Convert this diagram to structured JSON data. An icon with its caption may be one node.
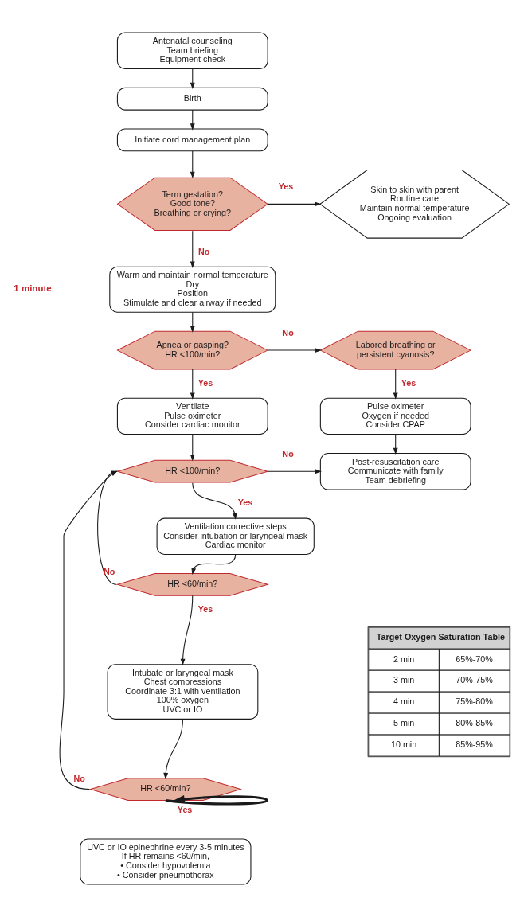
{
  "diagram": {
    "nodes": [
      {
        "text": [
          "Antenatal counseling",
          "Team briefing",
          "Equipment check"
        ]
      },
      {
        "text": [
          "Birth"
        ]
      },
      {
        "text": [
          "Initiate cord management plan"
        ]
      },
      {
        "text": [
          "Term gestation?",
          "Good tone?",
          "Breathing or crying?"
        ]
      },
      {
        "text": [
          "Skin to skin with parent",
          "Routine care",
          "Maintain normal temperature",
          "Ongoing evaluation"
        ]
      },
      {
        "text": [
          "Warm and maintain normal temperature",
          "Dry",
          "Position",
          "Stimulate and clear airway if needed"
        ]
      },
      {
        "text": [
          "Apnea or gasping?",
          "HR <100/min?"
        ]
      },
      {
        "text": [
          "Labored breathing or persistent cyanosis?"
        ]
      },
      {
        "text": [
          "Ventilate",
          "Pulse oximeter",
          "Consider cardiac monitor"
        ]
      },
      {
        "text": [
          "Pulse oximeter",
          "Oxygen if needed",
          "Consider CPAP"
        ]
      },
      {
        "text": [
          "HR <100/min?"
        ]
      },
      {
        "text": [
          "Post-resuscitation care",
          "Communicate with family",
          "Team debriefing"
        ]
      },
      {
        "text": [
          "Ventilation corrective steps",
          "Consider intubation or laryngeal mask",
          "Cardiac monitor"
        ]
      },
      {
        "text": [
          "HR <60/min?"
        ]
      },
      {
        "text": [
          "Intubate or laryngeal mask",
          "Chest compressions",
          "Coordinate 3:1 with ventilation",
          "100% oxygen",
          "UVC or IO"
        ]
      },
      {
        "text": [
          "HR <60/min?"
        ]
      },
      {
        "text": [
          "UVC or IO epinephrine every 3-5 minutes",
          "If HR remains <60/min,",
          "• Consider hypovolemia",
          "• Consider pneumothorax"
        ]
      }
    ],
    "edges": [
      {
        "from": 0,
        "to": 1,
        "arrow": "to"
      },
      {
        "from": 1,
        "to": 2,
        "arrow": "to"
      },
      {
        "from": 2,
        "to": 3,
        "arrow": "to"
      },
      {
        "from": 3,
        "to": 4,
        "arrow": "to",
        "label": "Yes"
      },
      {
        "from": 3,
        "to": 5,
        "arrow": "to",
        "label": "No"
      },
      {
        "from": 5,
        "to": 6,
        "arrow": "to"
      },
      {
        "from": 6,
        "to": 7,
        "arrow": "to",
        "label": "No"
      },
      {
        "from": 6,
        "to": 8,
        "arrow": "to",
        "label": "Yes"
      },
      {
        "from": 7,
        "to": 9,
        "arrow": "to",
        "label": "Yes"
      },
      {
        "from": 8,
        "to": 10,
        "arrow": "to"
      },
      {
        "from": 9,
        "to": 11,
        "arrow": "to"
      },
      {
        "from": 10,
        "to": 11,
        "arrow": "to",
        "label": "No"
      },
      {
        "from": 10,
        "to": 12,
        "arrow": "to",
        "label": "Yes"
      },
      {
        "from": 12,
        "to": 13,
        "arrow": "to"
      },
      {
        "from": 13,
        "to": 10,
        "arrow": "to",
        "label": "No"
      },
      {
        "from": 13,
        "to": 14,
        "arrow": "to",
        "label": "Yes"
      },
      {
        "from": 14,
        "to": 15,
        "arrow": "to"
      },
      {
        "from": 15,
        "to": 10,
        "arrow": "to",
        "label": "No"
      },
      {
        "from": 15,
        "to": 15,
        "arrow": "to",
        "label": "Yes",
        "style": "thick"
      }
    ],
    "labels": [
      "1 minute",
      "Target Oxygen Saturation Table",
      "2 min",
      "65%-70%",
      "3 min",
      "70%-75%",
      "4 min",
      "75%-80%",
      "5 min",
      "80%-85%",
      "10 min",
      "85%-95%"
    ]
  }
}
